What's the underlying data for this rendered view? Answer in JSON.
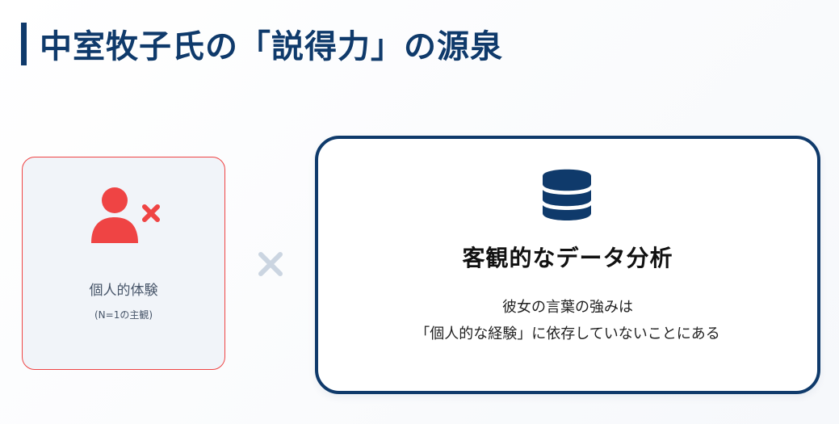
{
  "header": {
    "title": "中室牧子氏の「説得力」の源泉"
  },
  "left_card": {
    "icon": "user-x-icon",
    "label": "個人的体験",
    "sublabel": "(N=1の主観)"
  },
  "separator": {
    "icon": "times-icon"
  },
  "right_card": {
    "icon": "database-icon",
    "title": "客観的なデータ分析",
    "description_line1": "彼女の言葉の強みは",
    "description_line2": "「個人的な経験」に依存していないことにある"
  },
  "colors": {
    "navy": "#0f3a6b",
    "red": "#ef4444",
    "gray_x": "#cbd5e1",
    "left_bg": "#f1f4f9"
  }
}
